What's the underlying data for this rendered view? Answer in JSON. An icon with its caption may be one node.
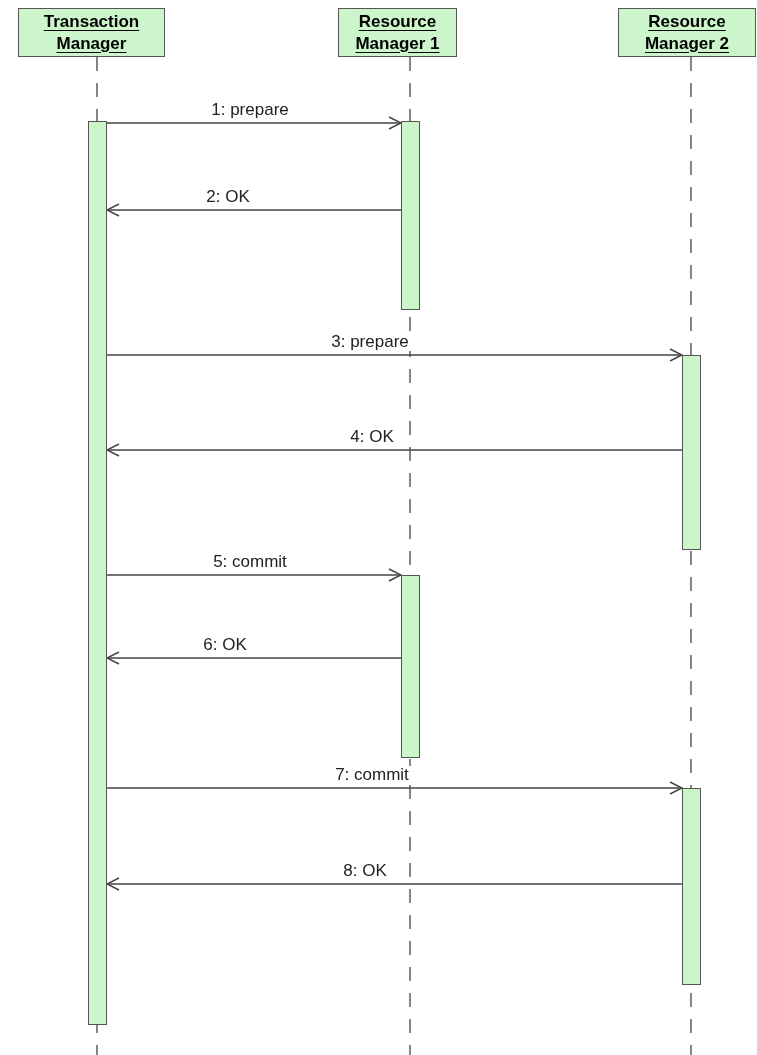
{
  "diagram": {
    "nodes": [
      {
        "text": [
          "Transaction Manager"
        ]
      },
      {
        "text": [
          "Resource Manager 1"
        ]
      },
      {
        "text": [
          "Resource Manager 2"
        ]
      },
      {
        "text": [],
        "shape": "bar"
      },
      {
        "text": [],
        "shape": "bar"
      },
      {
        "text": [],
        "shape": "bar"
      },
      {
        "text": [],
        "shape": "bar"
      },
      {
        "text": [],
        "shape": "bar"
      }
    ],
    "edges": [
      {
        "from": 3,
        "to": 4,
        "arrow": "to",
        "label": "1: prepare"
      },
      {
        "from": 4,
        "to": 3,
        "arrow": "to",
        "label": "2: OK"
      },
      {
        "from": 3,
        "to": 5,
        "arrow": "to",
        "label": "3: prepare"
      },
      {
        "from": 5,
        "to": 3,
        "arrow": "to",
        "label": "4: OK"
      },
      {
        "from": 3,
        "to": 6,
        "arrow": "to",
        "label": "5: commit"
      },
      {
        "from": 6,
        "to": 3,
        "arrow": "to",
        "label": "6: OK"
      },
      {
        "from": 3,
        "to": 7,
        "arrow": "to",
        "label": "7: commit"
      },
      {
        "from": 7,
        "to": 3,
        "arrow": "to",
        "label": "8: OK"
      }
    ]
  }
}
